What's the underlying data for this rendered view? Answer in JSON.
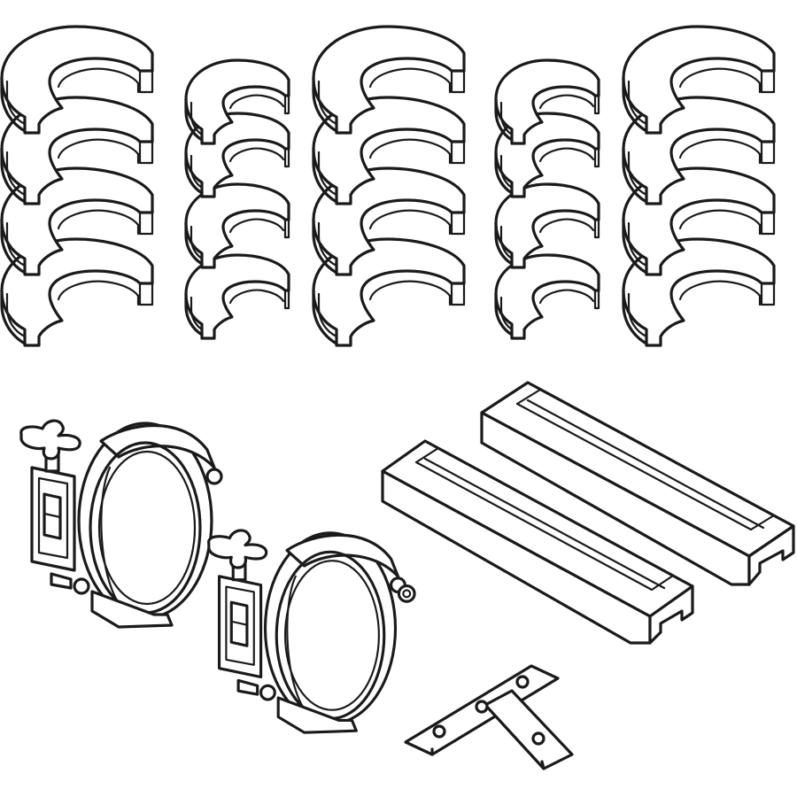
{
  "figure": {
    "kind": "technical line illustration",
    "line_color": "#1a1a1a",
    "background_color": "#ffffff",
    "groups": [
      {
        "name": "split-ring-half-stack",
        "count": 4,
        "size": "large"
      },
      {
        "name": "split-ring-half-stack",
        "count": 4,
        "size": "small"
      },
      {
        "name": "split-ring-half-stack",
        "count": 4,
        "size": "large"
      },
      {
        "name": "split-ring-half-stack",
        "count": 4,
        "size": "small"
      },
      {
        "name": "split-ring-half-stack",
        "count": 4,
        "size": "large"
      }
    ],
    "clamps": [
      {
        "name": "hinged-ring-clamp",
        "knob": "four-lobe-knob"
      },
      {
        "name": "hinged-ring-clamp",
        "knob": "four-lobe-knob"
      }
    ],
    "rails": [
      {
        "name": "channel-rail",
        "profile": "slotted"
      },
      {
        "name": "channel-rail",
        "profile": "slotted"
      }
    ],
    "connectors": [
      {
        "name": "t-connector-plate",
        "holes": 4
      }
    ]
  }
}
